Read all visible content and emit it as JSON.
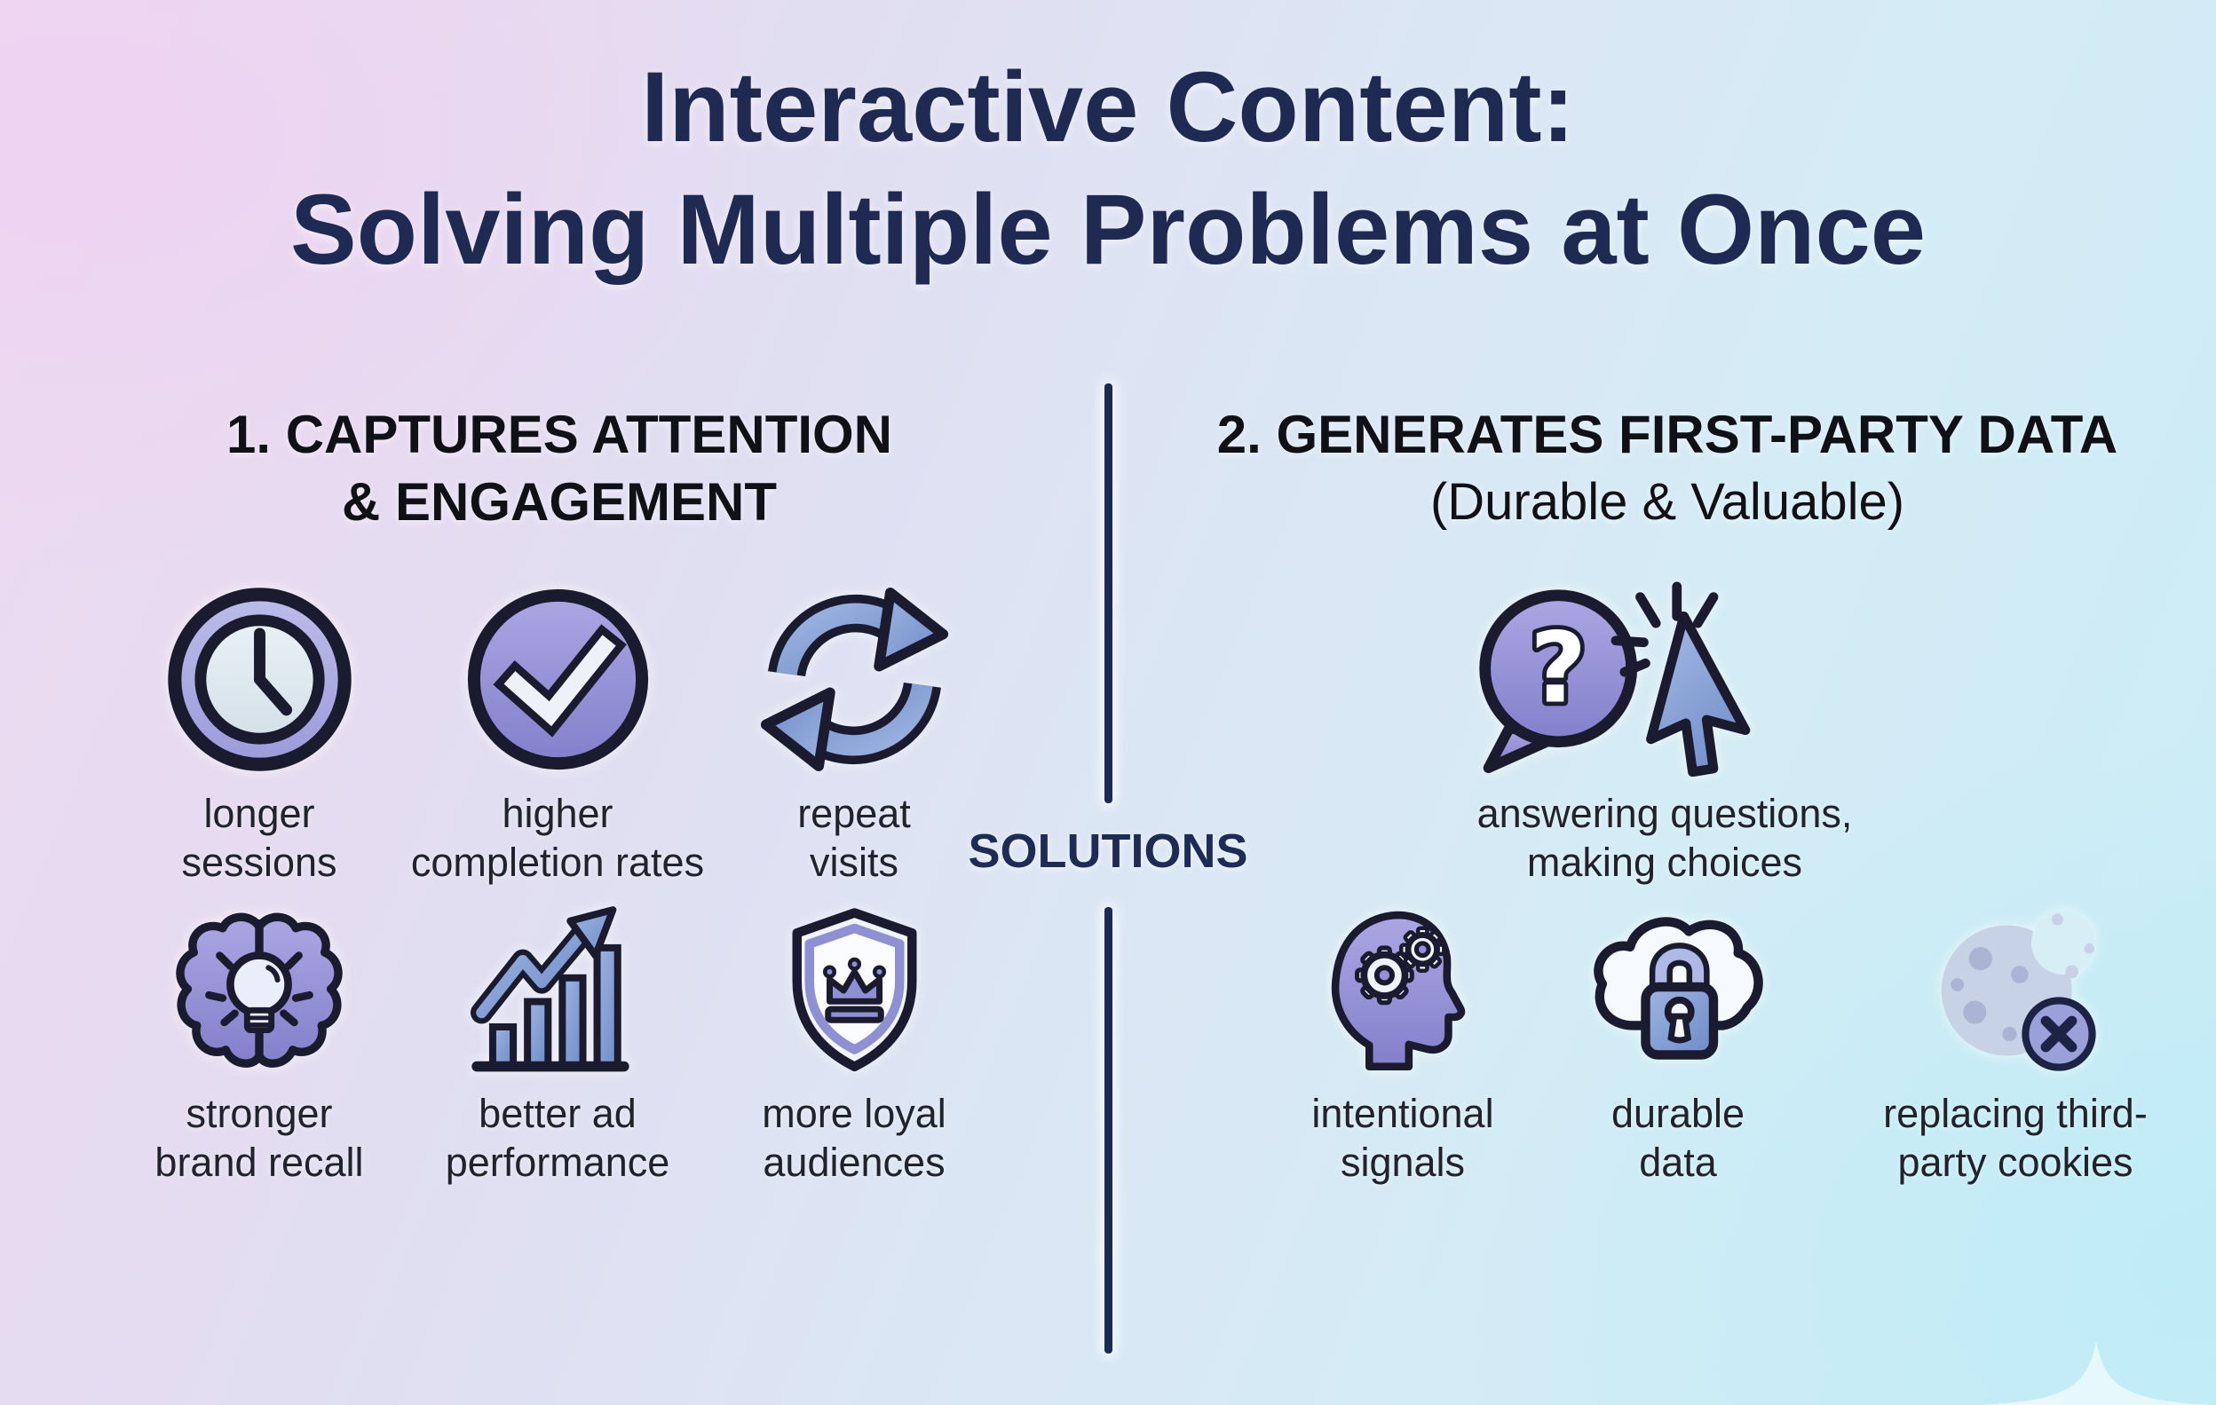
{
  "title": {
    "line1": "Interactive Content:",
    "line2": "Solving Multiple Problems at Once"
  },
  "center": {
    "solutions_label": "SOLUTIONS"
  },
  "sections": [
    {
      "id": "captures-attention",
      "heading_line1": "1. CAPTURES ATTENTION",
      "heading_line2": "& ENGAGEMENT",
      "items": [
        {
          "icon": "clock-icon",
          "label": "longer sessions",
          "label_line1": "longer",
          "label_line2": "sessions"
        },
        {
          "icon": "checkmark-circle-icon",
          "label": "higher completion rates",
          "label_line1": "higher",
          "label_line2": "completion rates"
        },
        {
          "icon": "refresh-arrows-icon",
          "label": "repeat visits",
          "label_line1": "repeat",
          "label_line2": "visits"
        },
        {
          "icon": "brain-lightbulb-icon",
          "label": "stronger brand recall",
          "label_line1": "stronger",
          "label_line2": "brand recall"
        },
        {
          "icon": "growth-chart-icon",
          "label": "better ad performance",
          "label_line1": "better ad",
          "label_line2": "performance"
        },
        {
          "icon": "shield-crown-icon",
          "label": "more loyal audiences",
          "label_line1": "more loyal",
          "label_line2": "audiences"
        }
      ]
    },
    {
      "id": "first-party-data",
      "heading_line1": "2. GENERATES FIRST-PARTY DATA",
      "heading_line2": "(Durable & Valuable)",
      "items": [
        {
          "icon": "question-bubble-cursor-click-icon",
          "label": "answering questions, making choices",
          "label_line1": "answering questions,",
          "label_line2": "making choices"
        },
        {
          "icon": "head-gears-icon",
          "label": "intentional signals",
          "label_line1": "intentional",
          "label_line2": "signals"
        },
        {
          "icon": "cloud-lock-icon",
          "label": "durable data",
          "label_line1": "durable",
          "label_line2": "data"
        },
        {
          "icon": "blocked-cookie-icon",
          "label": "replacing third-party cookies",
          "label_line1": "replacing third-",
          "label_line2": "party cookies"
        }
      ]
    }
  ],
  "colors": {
    "background_left": "#eedaf1",
    "background_right": "#c9edf6",
    "title_text": "#1e2a52",
    "heading_text": "#101116",
    "label_text": "#20222c",
    "divider": "#1b2a52",
    "solutions_text": "#1d2b55",
    "icon_outline": "#1a1b2e",
    "icon_purple": "#8f8bd3",
    "icon_blue": "#7e98d2",
    "icon_light": "#f2f4fb",
    "cookie_body": "#c8d2e6",
    "cookie_chip": "#a9b5d3",
    "badge_purple": "#9aa0d8"
  }
}
